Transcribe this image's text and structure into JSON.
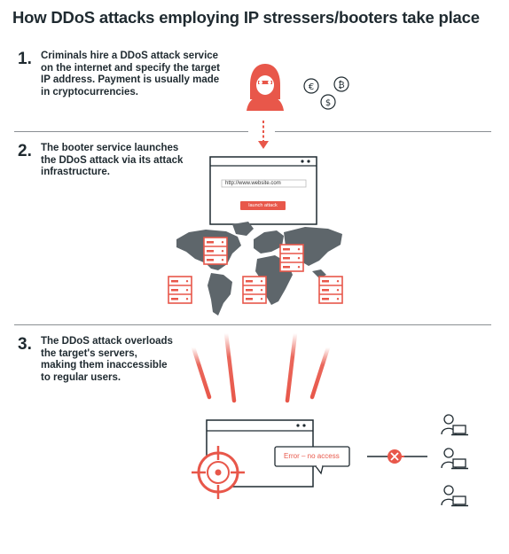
{
  "title": "How DDoS attacks employing IP stressers/booters take place",
  "steps": [
    {
      "num": "1.",
      "text": "Criminals hire a DDoS attack service on the internet and specify the target IP address. Payment is usually made in cryptocurrencies."
    },
    {
      "num": "2.",
      "text": "The booter service launches the DDoS attack via its attack infrastructure."
    },
    {
      "num": "3.",
      "text": "The DDoS attack overloads the target's servers, making them inaccessible to regular users."
    }
  ],
  "browser": {
    "url": "http://www.website.com",
    "button": "launch attack"
  },
  "error": "Error – no access",
  "currency_symbols": [
    "€",
    "₿",
    "$"
  ],
  "colors": {
    "accent": "#e8574a",
    "dark": "#1f2a30",
    "map": "#5e666b"
  }
}
